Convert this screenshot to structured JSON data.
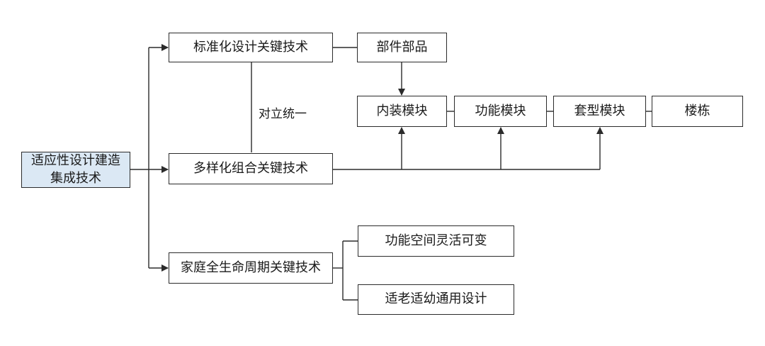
{
  "diagram": {
    "root": {
      "line1": "适应性设计建造",
      "line2": "集成技术"
    },
    "branches": {
      "standardization": "标准化设计关键技术",
      "diversification": "多样化组合关键技术",
      "lifecycle": "家庭全生命周期关键技术"
    },
    "relation_label": "对立统一",
    "components": "部件部品",
    "modules": {
      "interior": "内装模块",
      "function": "功能模块",
      "unit_type": "套型模块",
      "building": "楼栋"
    },
    "lifecycle_items": {
      "flexible_space": "功能空间灵活可变",
      "universal_design": "适老适幼通用设计"
    },
    "colors": {
      "root_fill": "#dbe8f4",
      "line": "#2b2b2b"
    }
  }
}
